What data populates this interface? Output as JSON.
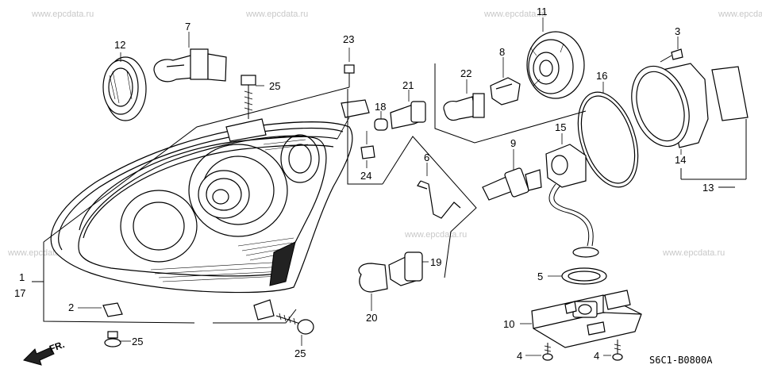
{
  "watermark": "www.epcdata.ru",
  "diagram_code": "S6C1-B0800A",
  "front_marker": "FR.",
  "callouts": {
    "c1": "1",
    "c17": "17",
    "c2": "2",
    "c3": "3",
    "c4a": "4",
    "c4b": "4",
    "c5": "5",
    "c6": "6",
    "c7": "7",
    "c8": "8",
    "c9": "9",
    "c10": "10",
    "c11": "11",
    "c12": "12",
    "c13": "13",
    "c14": "14",
    "c15": "15",
    "c16": "16",
    "c18": "18",
    "c19": "19",
    "c20": "20",
    "c21": "21",
    "c22": "22",
    "c23": "23",
    "c24": "24",
    "c25a": "25",
    "c25b": "25",
    "c25c": "25"
  }
}
